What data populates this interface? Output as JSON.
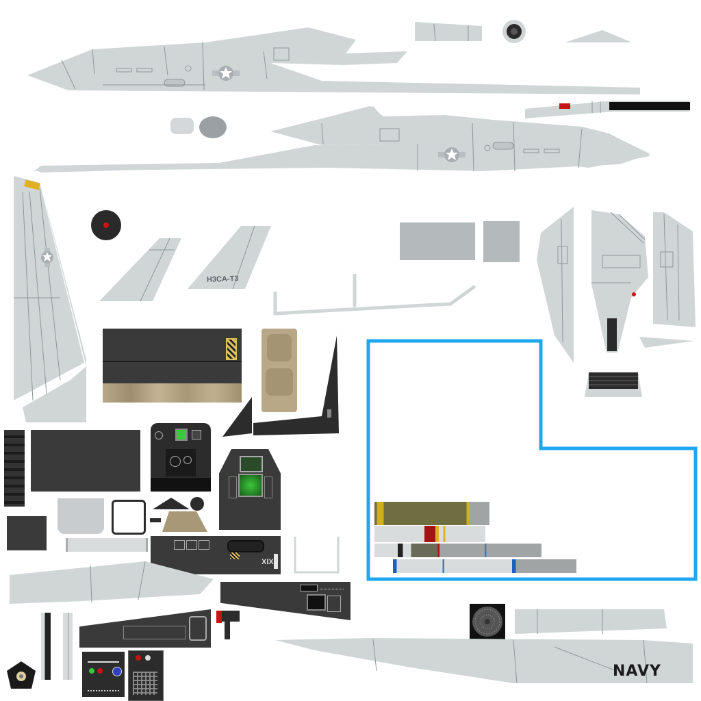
{
  "texture": {
    "markings": {
      "navy_text": "NAVY",
      "bureau_code": "H3CA-T3",
      "instrument_text": "XIX"
    },
    "colors": {
      "skin_gray": "#d0d6d6",
      "panel_line": "#8e9698",
      "cockpit_black": "#2c2c2c",
      "cockpit_dark": "#3a3a3a",
      "selection_blue": "#1ea7f0",
      "camo_tan": "#b8a888",
      "insignia_blue": "#8a949a",
      "warning_red": "#c81414",
      "screen_green": "#3cc83c"
    }
  }
}
